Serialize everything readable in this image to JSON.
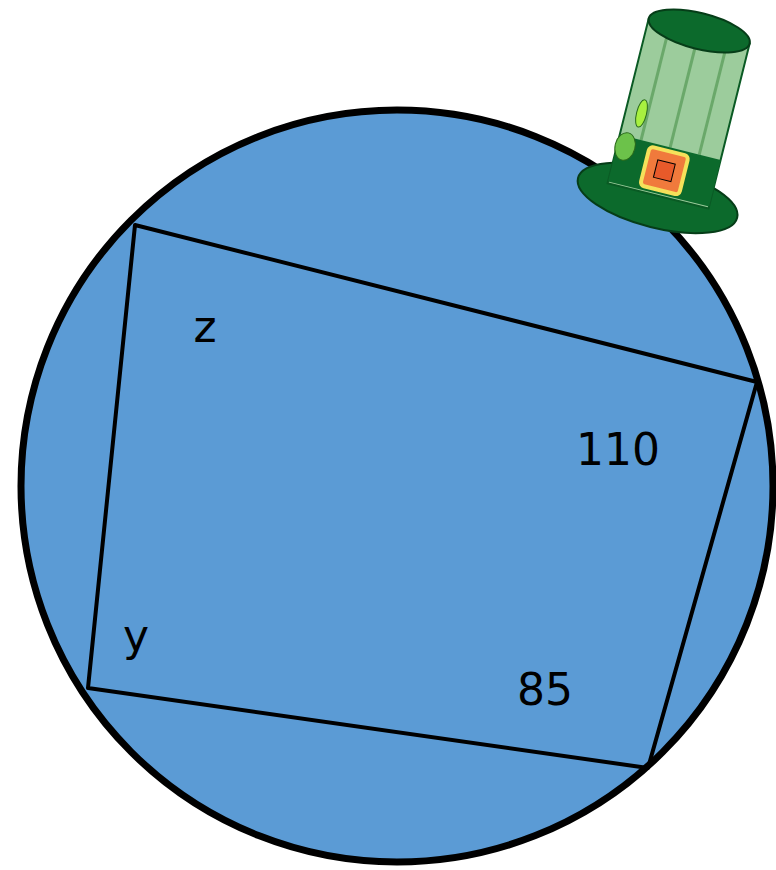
{
  "diagram": {
    "labels": [
      "z",
      "110",
      "y",
      "85"
    ]
  }
}
